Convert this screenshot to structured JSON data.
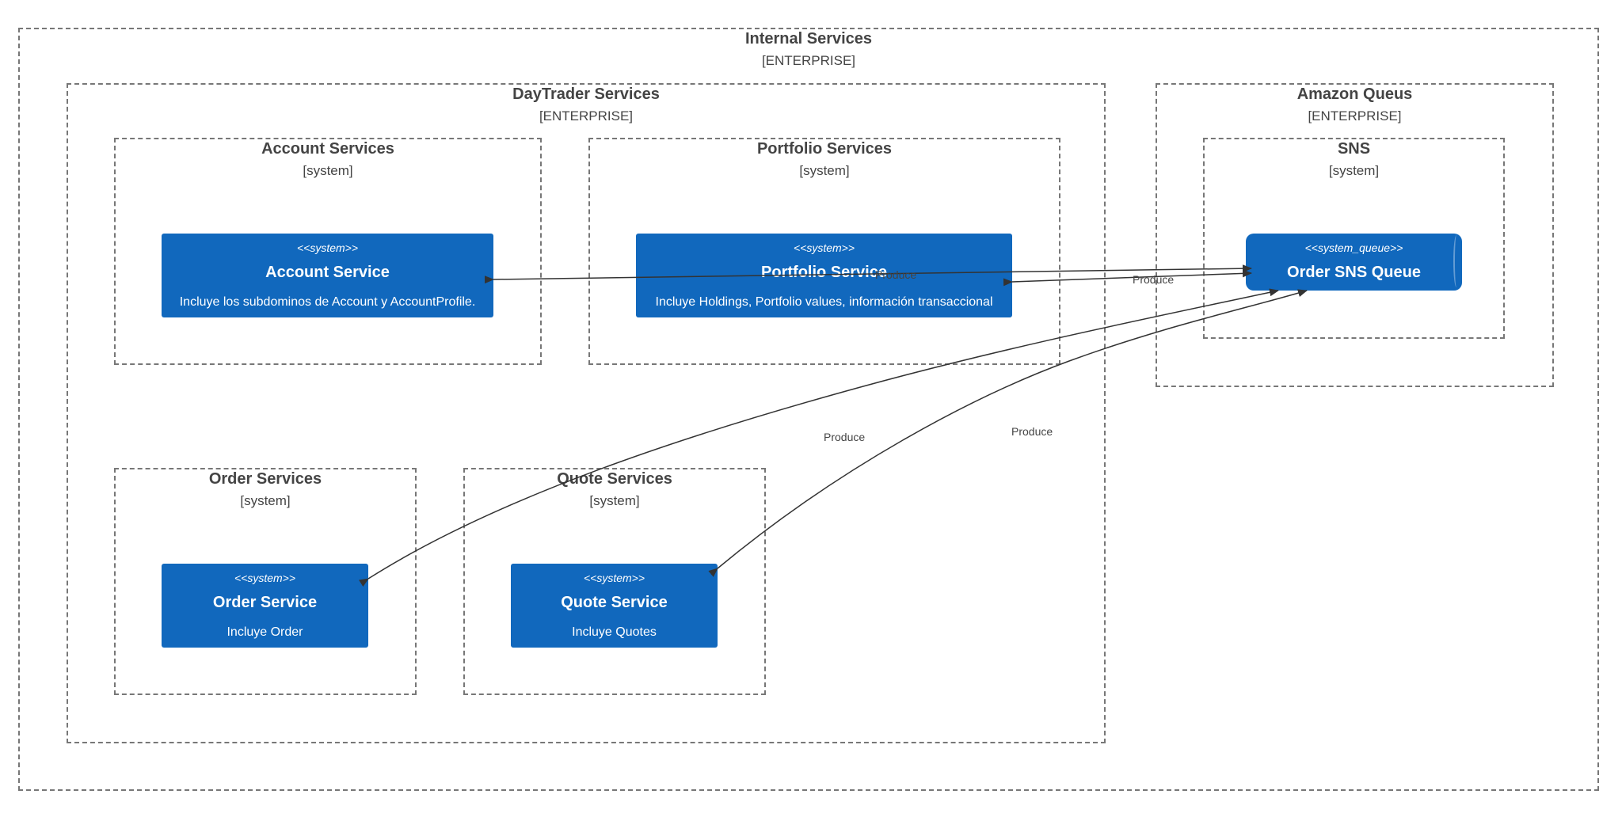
{
  "boundaries": {
    "internal": {
      "title": "Internal Services",
      "type": "[ENTERPRISE]"
    },
    "daytrader": {
      "title": "DayTrader Services",
      "type": "[ENTERPRISE]"
    },
    "amazon": {
      "title": "Amazon Queus",
      "type": "[ENTERPRISE]"
    },
    "account": {
      "title": "Account Services",
      "type": "[system]"
    },
    "portfolio": {
      "title": "Portfolio Services",
      "type": "[system]"
    },
    "sns": {
      "title": "SNS",
      "type": "[system]"
    },
    "order": {
      "title": "Order Services",
      "type": "[system]"
    },
    "quote": {
      "title": "Quote Services",
      "type": "[system]"
    }
  },
  "nodes": {
    "account": {
      "stereotype": "<<system>>",
      "name": "Account Service",
      "description": "Incluye los subdominos de Account y AccountProfile."
    },
    "portfolio": {
      "stereotype": "<<system>>",
      "name": "Portfolio Service",
      "description": "Incluye Holdings, Portfolio values, información transaccional"
    },
    "queue": {
      "stereotype": "<<system_queue>>",
      "name": "Order SNS Queue"
    },
    "order": {
      "stereotype": "<<system>>",
      "name": "Order Service",
      "description": "Incluye Order"
    },
    "quote": {
      "stereotype": "<<system>>",
      "name": "Quote Service",
      "description": "Incluye Quotes"
    }
  },
  "relations": {
    "account_queue": "Produce",
    "portfolio_queue": "Produce",
    "order_queue": "Produce",
    "quote_queue": "Produce"
  },
  "colors": {
    "node_fill": "#1168bd",
    "node_text": "#ffffff",
    "boundary_line": "#777777",
    "arrow": "#333333"
  }
}
